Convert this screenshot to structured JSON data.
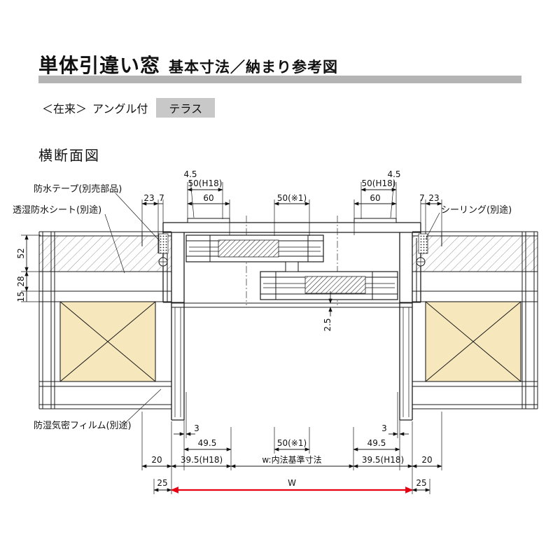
{
  "header": {
    "title_main": "単体引違い窓",
    "title_sub": "基本寸法／納まり参考図",
    "series_label": "＜在来＞",
    "spec_label": "アングル付",
    "badge": "テラス",
    "section_title": "横断面図"
  },
  "annotations": {
    "waterproof_tape": "防水テープ(別売部品)",
    "moisture_sheet": "透湿防水シート(別途)",
    "sealing": "シーリング(別途)",
    "moisture_film": "防湿気密フィルム(別途)",
    "w_note": "w:内法基準寸法"
  },
  "dimensions": {
    "flange_offset": "4.5",
    "frame_50h18": "50(H18)",
    "wall_23": "23",
    "wall_7": "7",
    "frame_60": "60",
    "center_50": "50(※1)",
    "layer_52": "52",
    "layer_28": "28",
    "layer_15": "15",
    "gap_2_5": "2.5",
    "gap_3": "3",
    "dim_49_5": "49.5",
    "dim_39_5": "39.5(H18)",
    "dim_20": "20",
    "dim_25": "25",
    "width_w": "W"
  },
  "colors": {
    "accent_red": "#e60012",
    "title_bar_gray": "#b4b4b4",
    "badge_gray": "#c8c8c8",
    "wood_fill": "#f6e8bc"
  }
}
